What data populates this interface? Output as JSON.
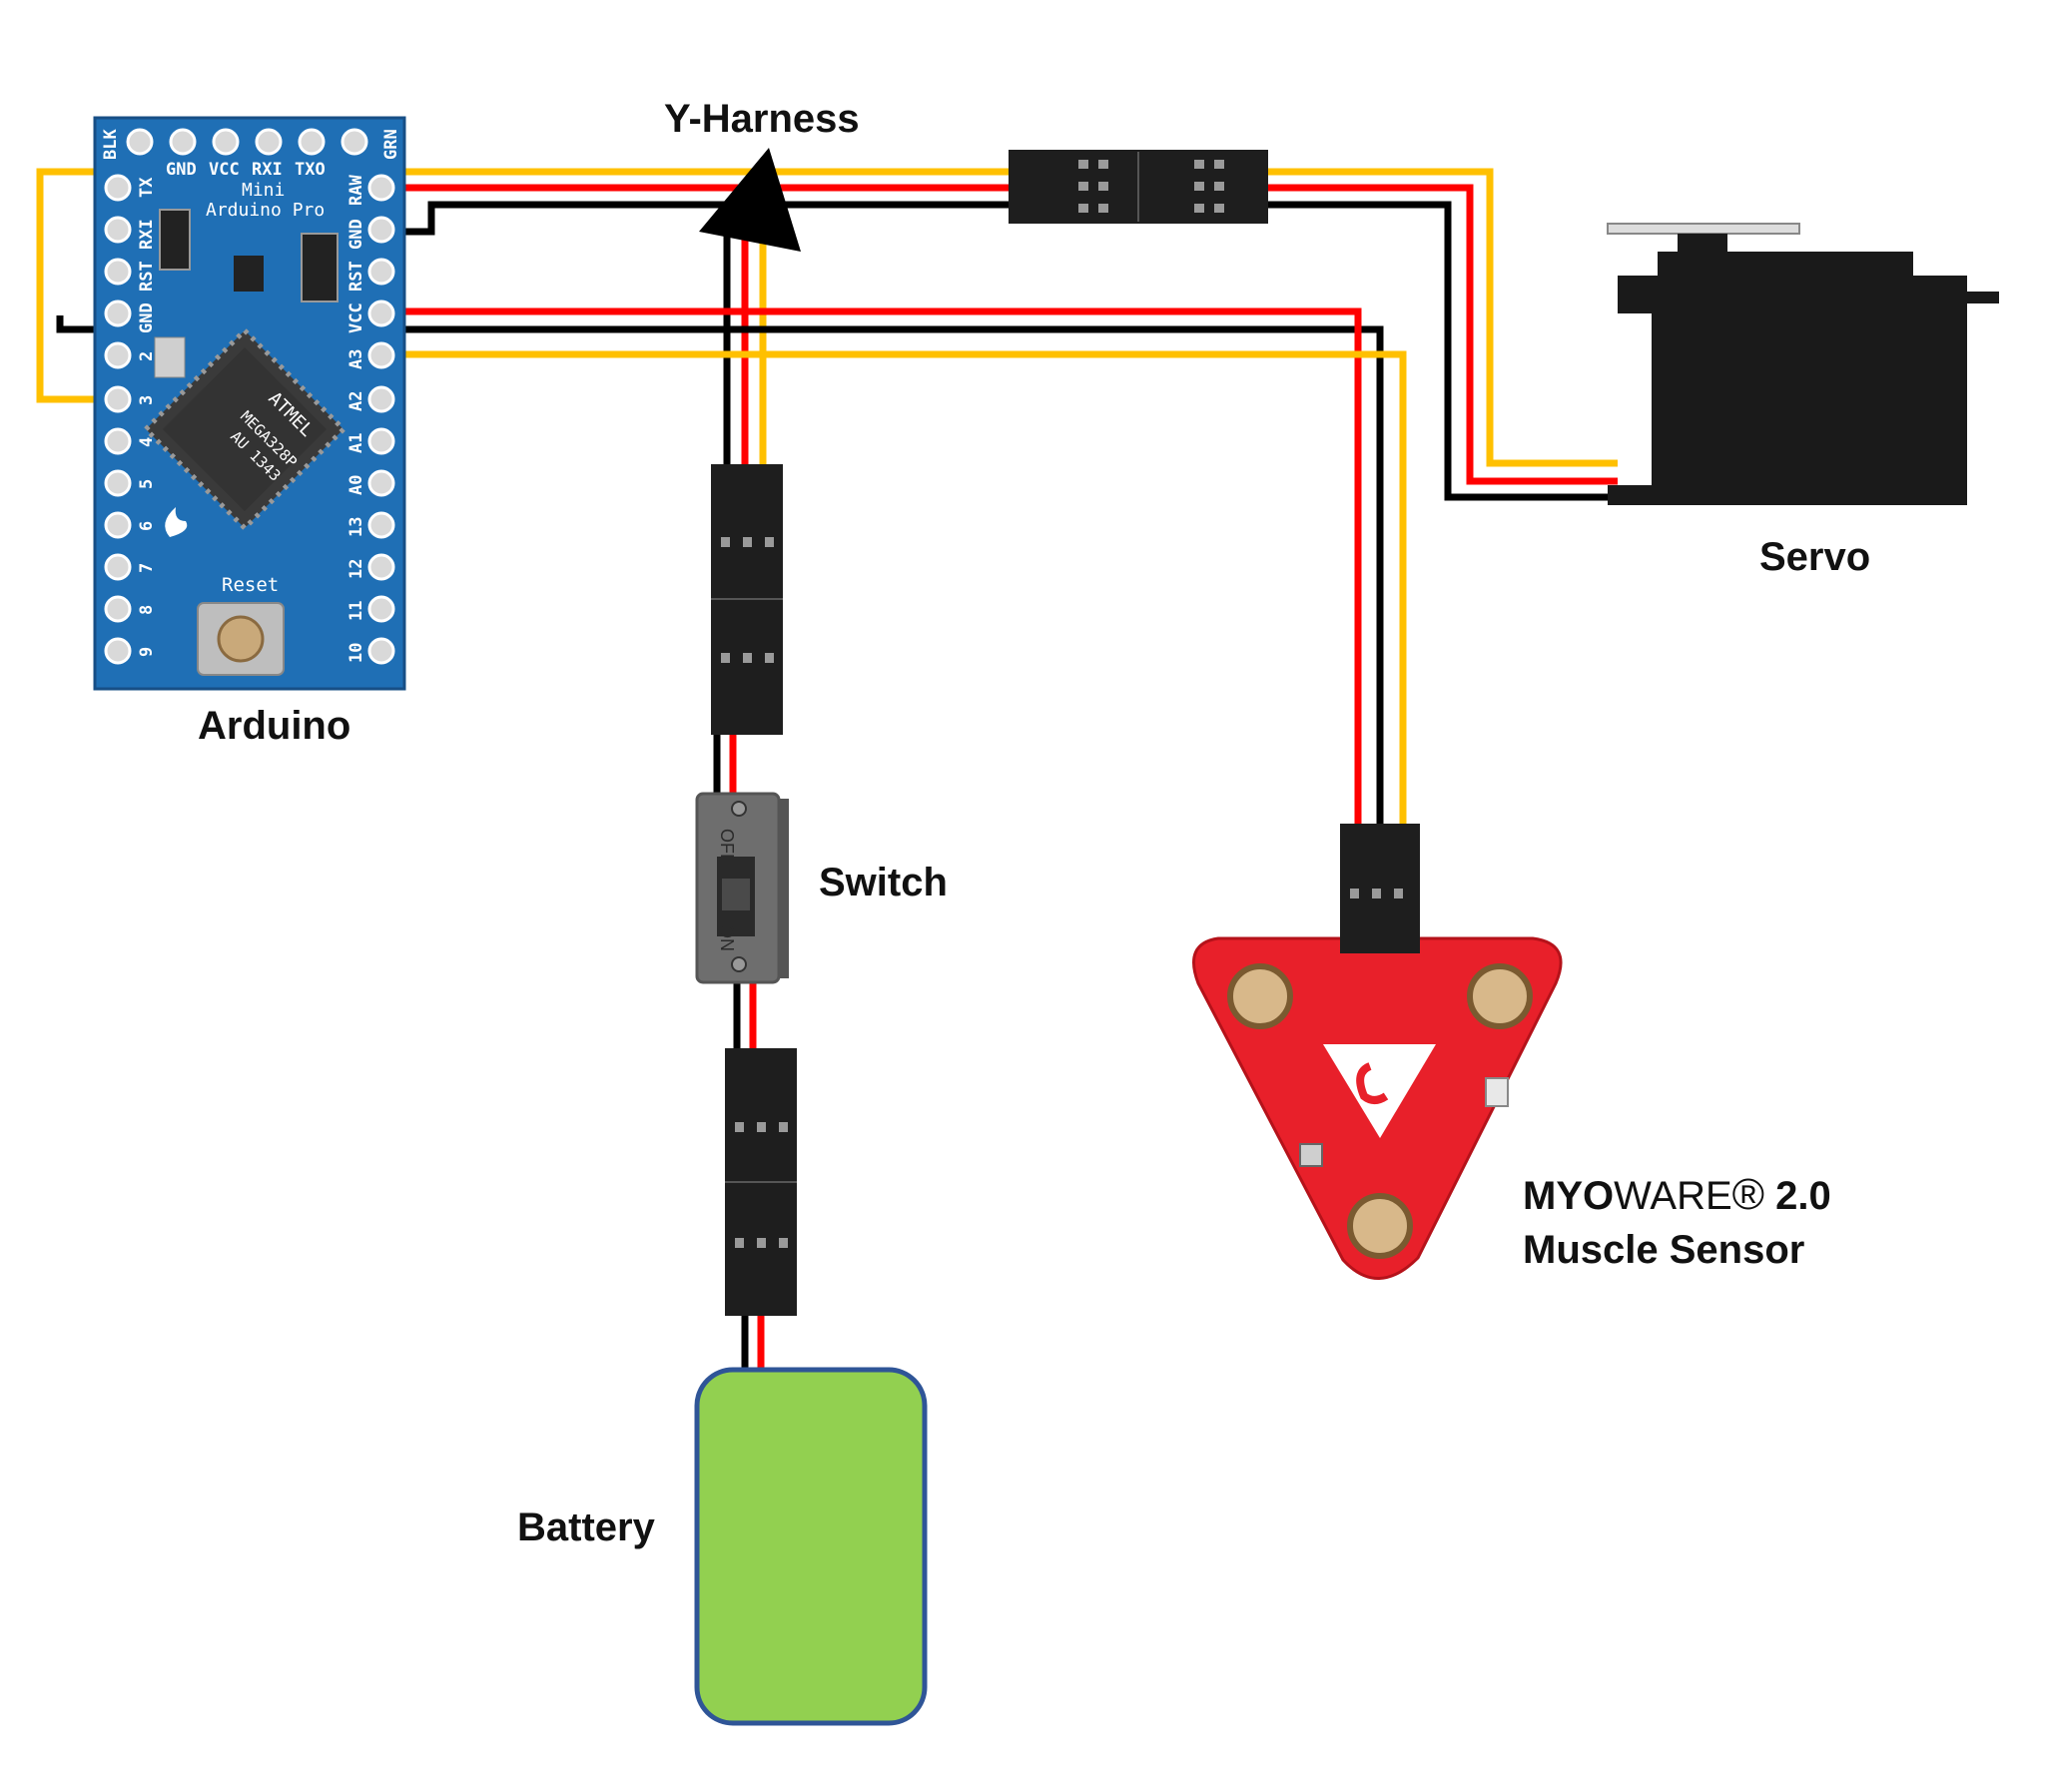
{
  "title": "",
  "labels": {
    "y_harness": "Y-Harness",
    "arduino": "Arduino",
    "servo": "Servo",
    "switch": "Switch",
    "battery": "Battery",
    "myoware_brand_bold": "MYO",
    "myoware_brand_thin": "WARE",
    "myoware_reg": "®",
    "myoware_version": " 2.0",
    "myoware_line2": "Muscle Sensor"
  },
  "arduino_board": {
    "top_pins": [
      "BLK",
      "GND",
      "VCC",
      "RXI",
      "TXO",
      "GRN"
    ],
    "left_pins": [
      "TX",
      "RXI",
      "RST",
      "GND",
      "2",
      "3",
      "4",
      "5",
      "6",
      "7",
      "8",
      "9"
    ],
    "right_pins": [
      "RAW",
      "GND",
      "RST",
      "VCC",
      "A3",
      "A2",
      "A1",
      "A0",
      "13",
      "12",
      "11",
      "10"
    ],
    "title_line1": "Mini",
    "title_line2": "Arduino Pro",
    "chip_lines": [
      "ATMEL",
      "MEGA328P",
      "AU 1343"
    ],
    "reset_label": "Reset"
  },
  "switch_device": {
    "off_label": "OFF",
    "on_label": "ON"
  },
  "colors": {
    "signal": "#FFC000",
    "power": "#FF0000",
    "ground": "#000000",
    "arduino_pcb": "#1F6FB5",
    "battery_fill": "#92D050",
    "battery_border": "#2F5597",
    "myoware_red": "#E8202A",
    "servo_body": "#1A1A1A",
    "switch_body": "#6E6E6E"
  },
  "icons": {
    "y_harness_marker": "triangle-arrow-icon"
  }
}
